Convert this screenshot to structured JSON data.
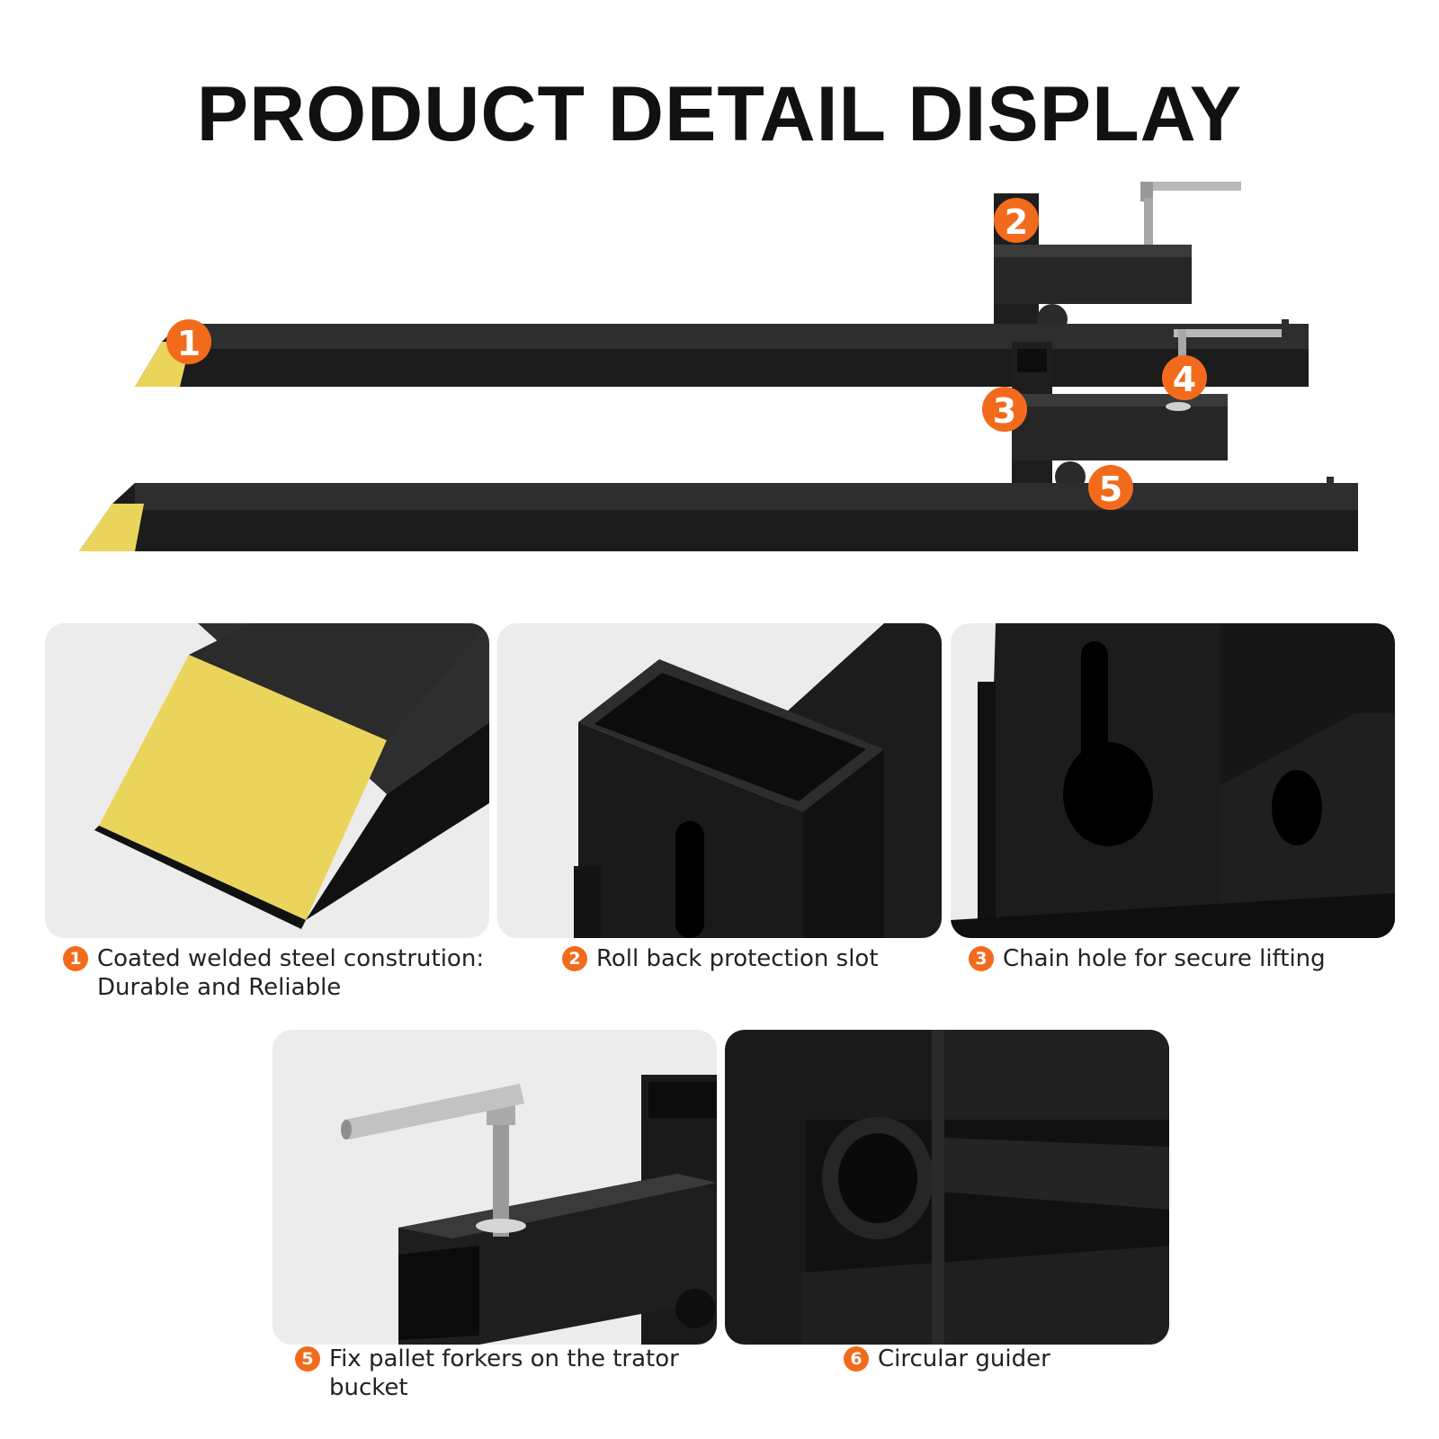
{
  "title": "PRODUCT DETAIL DISPLAY",
  "accent_color": "#f26b1d",
  "coating_color": "#ebd45c",
  "hero_markers": [
    "1",
    "2",
    "3",
    "4",
    "5"
  ],
  "details": [
    {
      "number": "1",
      "lines": [
        "Coated welded steel constrution:",
        "Durable and Reliable"
      ]
    },
    {
      "number": "2",
      "lines": [
        "Roll back protection slot"
      ]
    },
    {
      "number": "3",
      "lines": [
        "Chain hole for secure lifting"
      ]
    },
    {
      "number": "5",
      "lines": [
        "Fix pallet forkers on the trator",
        "bucket"
      ]
    },
    {
      "number": "6",
      "lines": [
        "Circular guider"
      ]
    }
  ]
}
